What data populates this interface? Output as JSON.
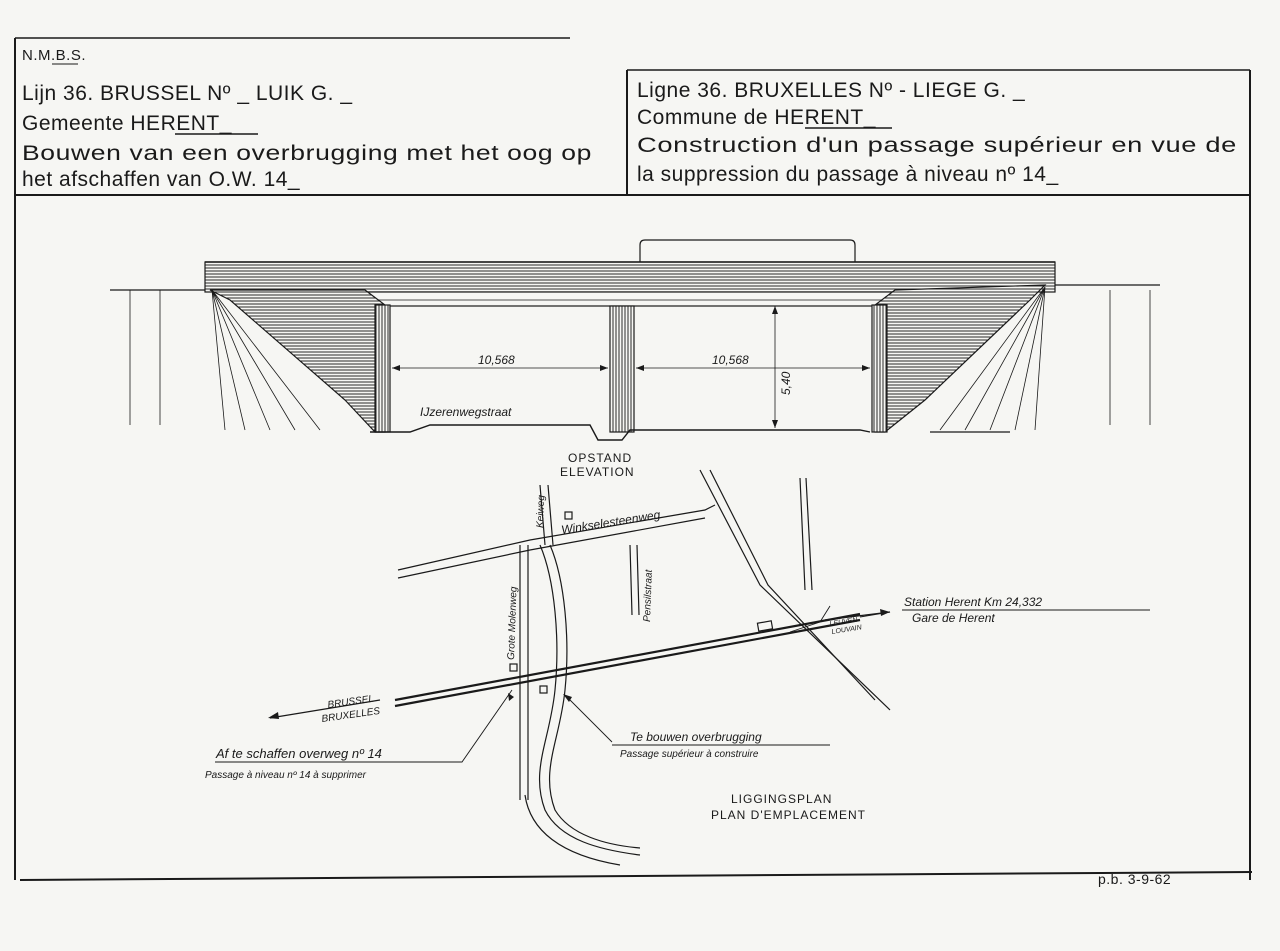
{
  "header": {
    "org": "N.M.B.S.",
    "nl": {
      "line": "Lijn 36. BRUSSEL Nº _ LUIK G. _",
      "commune": "Gemeente HERENT_",
      "desc1": "Bouwen van een overbrugging met het oog op",
      "desc2": "het afschaffen van O.W. 14_"
    },
    "fr": {
      "line": "Ligne 36. BRUXELLES Nº - LIEGE G. _",
      "commune": "Commune de HERENT_",
      "desc1": "Construction d'un passage supérieur en vue de",
      "desc2": "la suppression du passage à niveau nº 14_"
    }
  },
  "elevation": {
    "span_left": "10,568",
    "span_right": "10,568",
    "clearance": "5,40",
    "street": "IJzerenwegstraat",
    "caption_nl": "OPSTAND",
    "caption_fr": "ELEVATION"
  },
  "plan": {
    "roads": {
      "keiweg": "Keiweg",
      "winksele": "Winkselesteenweg",
      "grote_molenweg": "Grote Molenweg",
      "pensilstraat": "Pensilstraat"
    },
    "station_nl": "Station Herent  Km 24,332",
    "station_fr": "Gare de Herent",
    "leuven": "LEUVEN",
    "louvain": "LOUVAIN",
    "brussel": "BRUSSEL",
    "bruxelles": "BRUXELLES",
    "crossing_nl": "Af te schaffen overweg nº 14",
    "crossing_fr": "Passage à niveau nº 14 à supprimer",
    "bridge_nl": "Te bouwen overbrugging",
    "bridge_fr": "Passage supérieur à construire",
    "caption_nl": "LIGGINGSPLAN",
    "caption_fr": "PLAN D'EMPLACEMENT"
  },
  "footer": {
    "date": "p.b. 3-9-62"
  }
}
